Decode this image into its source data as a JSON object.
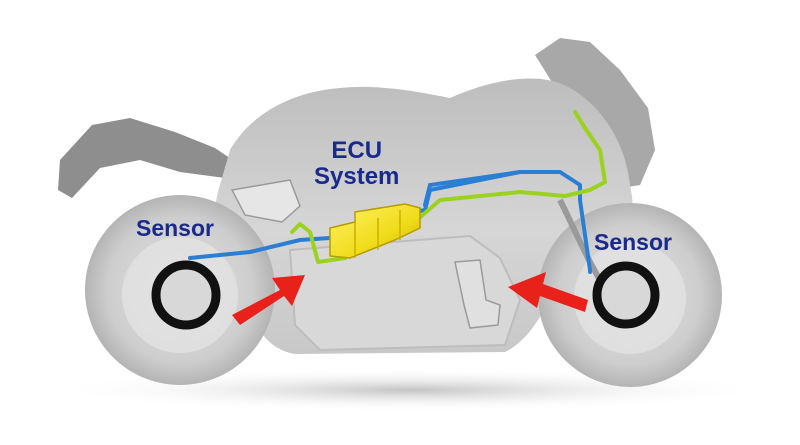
{
  "labels": {
    "ecu_line1": "ECU",
    "ecu_line2": "System",
    "sensor_left": "Sensor",
    "sensor_right": "Sensor"
  },
  "colors": {
    "body": "#c4c4c4",
    "body_dark": "#9a9a9a",
    "wheel": "#d0d0d0",
    "sensor_ring": "#111111",
    "blue_wire": "#2a7fd4",
    "green_wire": "#9ad21e",
    "ecu": "#f0dc1a",
    "arrow": "#e8221a",
    "text": "#1a2a8c"
  },
  "icons": {
    "motorcycle": "motorcycle-silhouette",
    "ecu": "ecu-unit-icon",
    "sensor": "wheel-sensor-ring-icon",
    "arrow": "force-arrow-icon"
  }
}
